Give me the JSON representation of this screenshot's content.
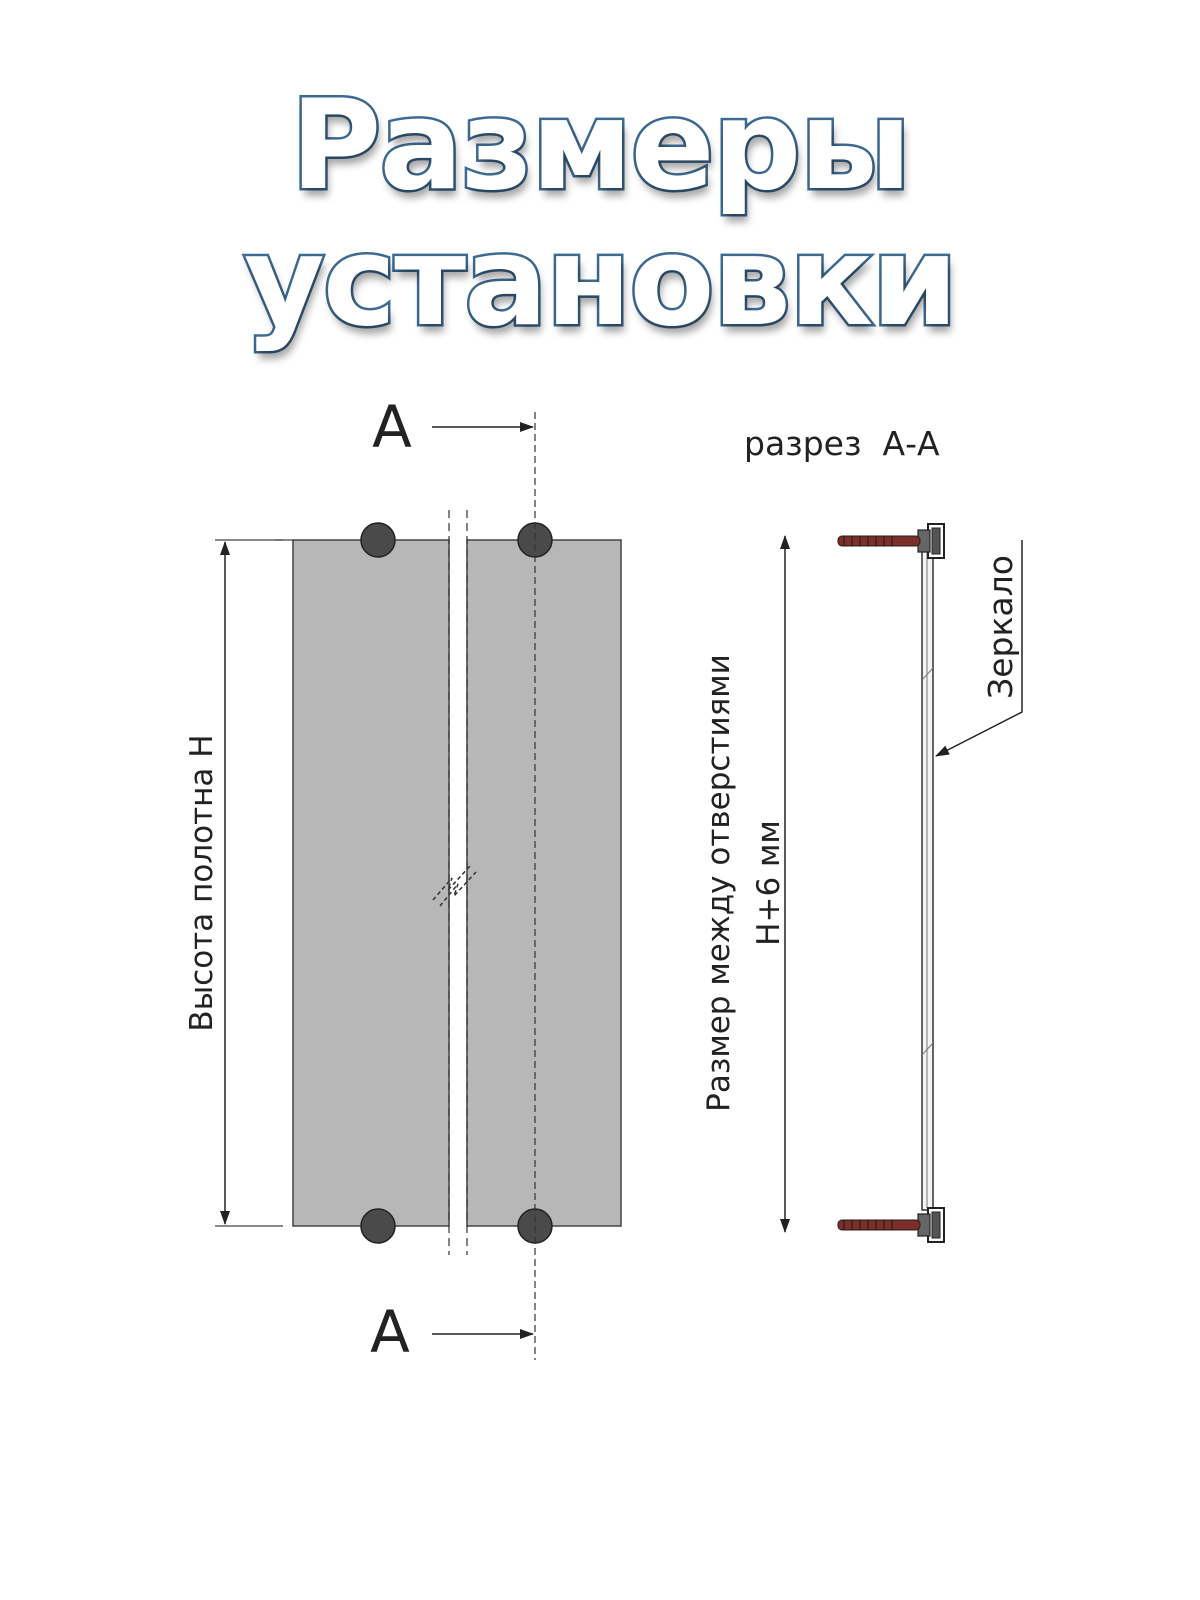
{
  "title": "Размеры установки",
  "section_marker_top": "А",
  "section_marker_bottom": "А",
  "section_label": "разрез  А-А",
  "height_label": "Высота полотна Н",
  "hole_distance_label_line1": "Размер между отверстиями",
  "hole_distance_label_line2": "Н+6 мм",
  "mirror_label": "Зеркало",
  "colors": {
    "title_stroke": "#3d6a93",
    "panel_fill": "#b7b7b7",
    "mount_fill": "#4a4a4a",
    "screw_color": "#7a2f2a",
    "line_color": "#222222"
  },
  "icons": [
    "cut-arrow-icon",
    "break-symbol-icon",
    "mount-circle-icon",
    "screw-icon"
  ]
}
